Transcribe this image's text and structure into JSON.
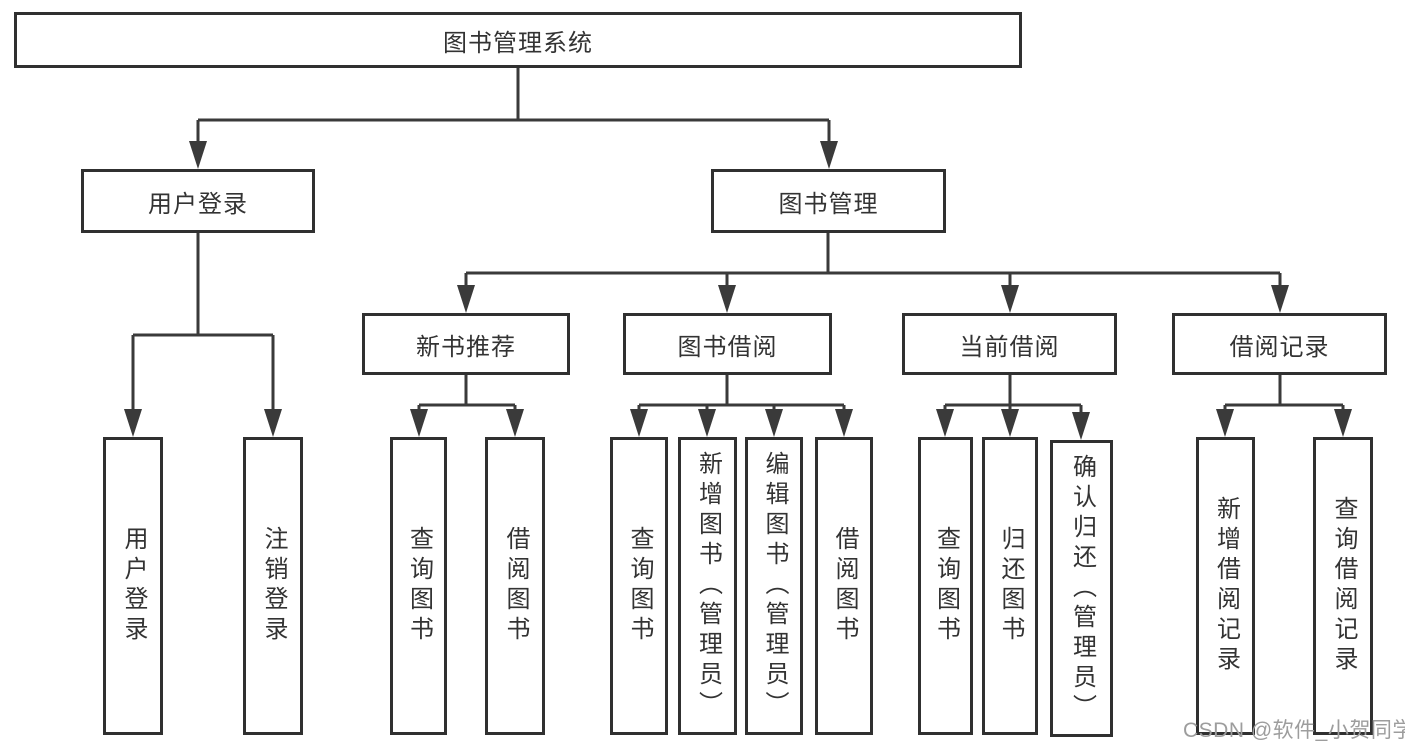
{
  "colors": {
    "line": "#3a3a3a",
    "box_border": "#303030",
    "box_fill": "#ffffff",
    "text": "#333333",
    "watermark": "#9d9d9d",
    "background": "#ffffff"
  },
  "tree": {
    "label": "图书管理系统",
    "children": [
      {
        "label": "用户登录",
        "children": [
          {
            "label": "用户登录"
          },
          {
            "label": "注销登录"
          }
        ]
      },
      {
        "label": "图书管理",
        "children": [
          {
            "label": "新书推荐",
            "children": [
              {
                "label": "查询图书"
              },
              {
                "label": "借阅图书"
              }
            ]
          },
          {
            "label": "图书借阅",
            "children": [
              {
                "label": "查询图书"
              },
              {
                "label": "新增图书（管理员）"
              },
              {
                "label": "编辑图书（管理员）"
              },
              {
                "label": "借阅图书"
              }
            ]
          },
          {
            "label": "当前借阅",
            "children": [
              {
                "label": "查询图书"
              },
              {
                "label": "归还图书"
              },
              {
                "label": "确认归还（管理员）"
              }
            ]
          },
          {
            "label": "借阅记录",
            "children": [
              {
                "label": "新增借阅记录"
              },
              {
                "label": "查询借阅记录"
              }
            ]
          }
        ]
      }
    ]
  },
  "watermark": {
    "text": "CSDN @软件_小贺同学"
  }
}
